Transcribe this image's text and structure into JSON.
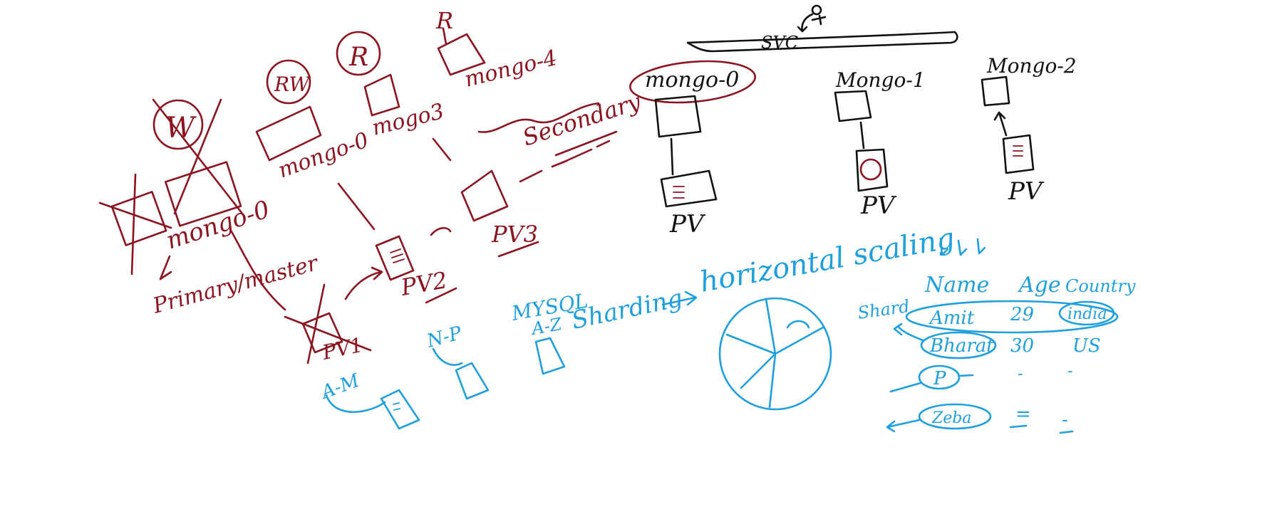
{
  "colors": {
    "red": "#8b1420",
    "black": "#111111",
    "blue": "#1fa0dc",
    "background": "#ffffff"
  },
  "left_sketch": {
    "w": "W",
    "rw": "RW",
    "r1": "R",
    "r2": "R",
    "mongo0_a": "mongo-0",
    "mongo0_b": "mongo-0",
    "mongo3": "mogo3",
    "mongo4": "mongo-4",
    "secondary": "Secondary",
    "primary_master": "Primary/master",
    "pv1": "PV1",
    "pv2": "PV2",
    "pv3": "PV3"
  },
  "right_sketch": {
    "svc": "SVC",
    "mongo0": "mongo-0",
    "mongo1": "Mongo-1",
    "mongo2": "Mongo-2",
    "pv_a": "PV",
    "pv_b": "PV",
    "pv_c": "PV"
  },
  "sharding": {
    "a_m": "A-M",
    "n_p": "N-P",
    "mysql": "MYSQL",
    "a_z": "A-Z",
    "sharding_label": "Sharding",
    "horizontal_scaling": "horizontal scaling",
    "shard": "Shard",
    "table": {
      "headers": [
        "Name",
        "Age",
        "Country"
      ],
      "rows": [
        [
          "Amit",
          "29",
          "india"
        ],
        [
          "Bharat",
          "30",
          "US"
        ],
        [
          "P",
          "-",
          "-"
        ],
        [
          "Zeba",
          "=",
          "-"
        ]
      ]
    }
  }
}
